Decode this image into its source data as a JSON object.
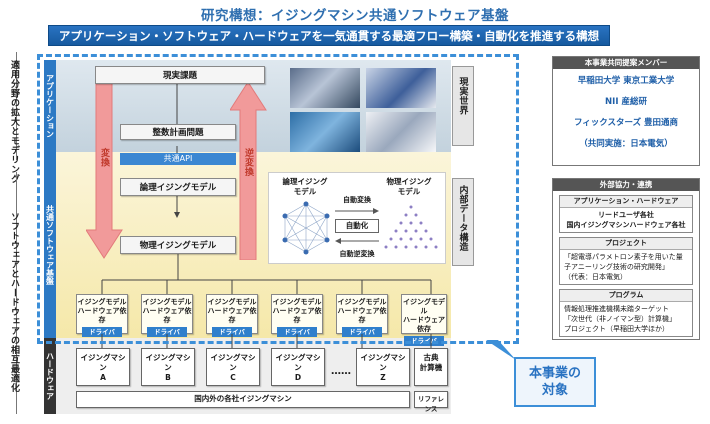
{
  "title": "研究構想：イジングマシン共通ソフトウェア基盤",
  "banner": "アプリケーション・ソフトウェア・ハードウェアを一気通貫する最適フロー構築・自動化を推進する構想",
  "left_axis": {
    "top": "適用分野の拡大とモデリング",
    "bottom": "ソフトウェアとハードウェアの相互最適化"
  },
  "layers": {
    "app": "アプリケーション",
    "sw": "共通ソフトウェア基盤",
    "hw": "ハードウェア"
  },
  "side_labels": {
    "real": "現実世界",
    "internal": "内部データ構造"
  },
  "app_boxes": {
    "real_problem": "現実課題",
    "integer_problem": "整数計画問題",
    "api": "共通API"
  },
  "sw_boxes": {
    "logical": "論理イジングモデル",
    "physical": "物理イジングモデル",
    "convert": "変換",
    "inverse": "逆変換"
  },
  "model_panel": {
    "logical_title": "論理イジング\nモデル",
    "physical_title": "物理イジング\nモデル",
    "auto_convert": "自動変換",
    "automate": "自動化",
    "auto_inverse": "自動逆変換"
  },
  "devices": [
    {
      "l1": "イジングモデル",
      "l2": "ハードウェア依存",
      "drv": "ドライバ"
    },
    {
      "l1": "イジングモデル",
      "l2": "ハードウェア依存",
      "drv": "ドライバ"
    },
    {
      "l1": "イジングモデル",
      "l2": "ハードウェア依存",
      "drv": "ドライバ"
    },
    {
      "l1": "イジングモデル",
      "l2": "ハードウェア依存",
      "drv": "ドライバ"
    },
    {
      "l1": "イジングモデル",
      "l2": "ハードウェア依存",
      "drv": "ドライバ"
    },
    {
      "l1": "イジングモデル",
      "l2": "ハードウェア依存",
      "drv": "ドライバ"
    }
  ],
  "machines": [
    {
      "l1": "イジングマシン",
      "l2": "A"
    },
    {
      "l1": "イジングマシン",
      "l2": "B"
    },
    {
      "l1": "イジングマシン",
      "l2": "C"
    },
    {
      "l1": "イジングマシン",
      "l2": "D"
    },
    {
      "l1": "イジングマシン",
      "l2": "Z"
    }
  ],
  "ellipsis": "……",
  "classical": "古典\n計算機",
  "domestic": "国内外の各社イジングマシン",
  "reference": "リファレンス",
  "target_label": "本事業の\n対象",
  "members": {
    "head": "本事業共同提案メンバー",
    "rows": [
      "早稲田大学  東京工業大学",
      "NII     産総研",
      "フィックスターズ  豊田通商",
      "（共同実施：日本電気）"
    ]
  },
  "external": {
    "head": "外部協力・連携",
    "sections": [
      {
        "h": "アプリケーション・ハードウェア",
        "body": "リードユーザ各社\n国内イジングマシンハードウェア各社"
      },
      {
        "h": "プロジェクト",
        "body": "「超電導パラメトロン素子を用いた量\n子アニーリング技術の研究開発」\n（代表：日本電気）"
      },
      {
        "h": "プログラム",
        "body": "情報処理推進機構未踏ターゲット\n「次世代（非ノイマン型）計算機」\nプロジェクト（早稲田大学ほか）"
      }
    ]
  },
  "colors": {
    "accent": "#2a73c2",
    "dashed": "#3c8fd8",
    "arrow": "#f19a9a"
  }
}
